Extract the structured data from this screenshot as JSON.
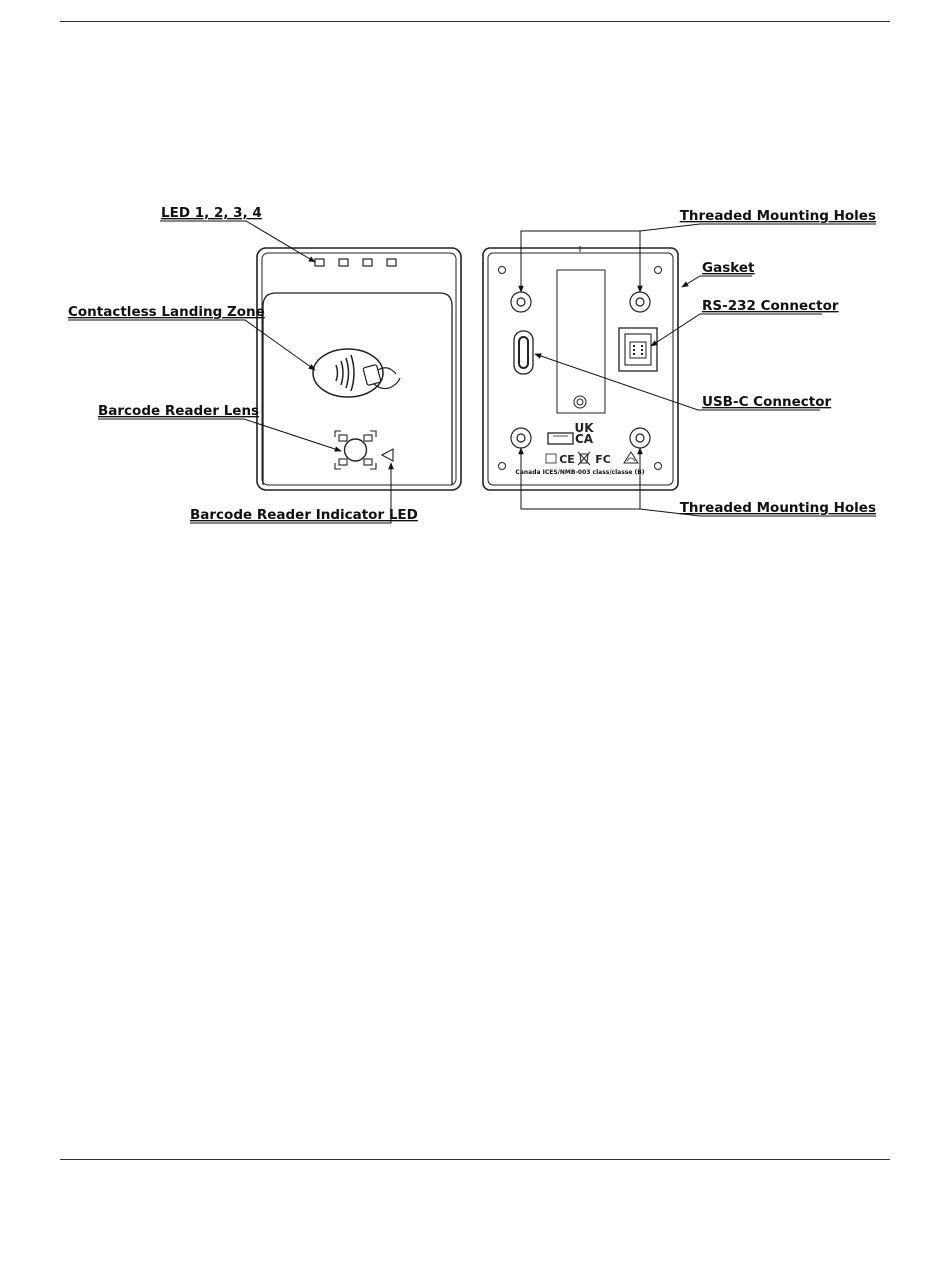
{
  "labels": {
    "led": "LED 1, 2, 3, 4",
    "contactless": "Contactless Landing Zone",
    "barcode_lens": "Barcode Reader Lens",
    "barcode_led": "Barcode Reader Indicator LED",
    "holes_top": "Threaded Mounting Holes",
    "gasket": "Gasket",
    "rs232": "RS-232 Connector",
    "usbc": "USB-C Connector",
    "holes_bottom": "Threaded Mounting Holes"
  },
  "rear_marks": {
    "ukca_top": "UK",
    "ukca_bottom": "CA",
    "ce": "CE",
    "fc": "FC",
    "compliance": "Canada ICES/NMB-003 class/classe (B)"
  }
}
